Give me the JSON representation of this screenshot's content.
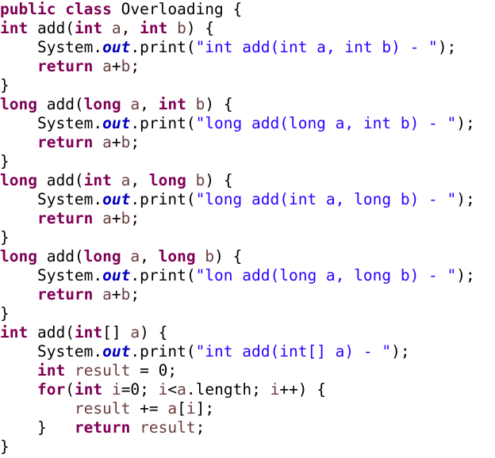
{
  "editor": {
    "language": "java",
    "colors": {
      "background": "#ffffff",
      "keyword": "#7f0055",
      "string": "#2a00ff",
      "variable": "#6a3e3e",
      "static_field": "#0000c0",
      "plain": "#000000"
    },
    "lines": [
      [
        [
          "kw",
          "public"
        ],
        [
          "p",
          " "
        ],
        [
          "kw",
          "class"
        ],
        [
          "p",
          " Overloading {"
        ]
      ],
      [
        [
          "kw",
          "int"
        ],
        [
          "p",
          " add("
        ],
        [
          "kw",
          "int"
        ],
        [
          "p",
          " "
        ],
        [
          "var",
          "a"
        ],
        [
          "p",
          ", "
        ],
        [
          "kw",
          "int"
        ],
        [
          "p",
          " "
        ],
        [
          "var",
          "b"
        ],
        [
          "p",
          ") {"
        ]
      ],
      [
        [
          "p",
          "    System."
        ],
        [
          "field",
          "out"
        ],
        [
          "p",
          ".print("
        ],
        [
          "str",
          "\"int add(int a, int b) - \""
        ],
        [
          "p",
          ");"
        ]
      ],
      [
        [
          "p",
          "    "
        ],
        [
          "kw",
          "return"
        ],
        [
          "p",
          " "
        ],
        [
          "var",
          "a"
        ],
        [
          "p",
          "+"
        ],
        [
          "var",
          "b"
        ],
        [
          "p",
          ";"
        ]
      ],
      [
        [
          "p",
          "}"
        ]
      ],
      [
        [
          "kw",
          "long"
        ],
        [
          "p",
          " add("
        ],
        [
          "kw",
          "long"
        ],
        [
          "p",
          " "
        ],
        [
          "var",
          "a"
        ],
        [
          "p",
          ", "
        ],
        [
          "kw",
          "int"
        ],
        [
          "p",
          " "
        ],
        [
          "var",
          "b"
        ],
        [
          "p",
          ") {"
        ]
      ],
      [
        [
          "p",
          "    System."
        ],
        [
          "field",
          "out"
        ],
        [
          "p",
          ".print("
        ],
        [
          "str",
          "\"long add(long a, int b) - \""
        ],
        [
          "p",
          ");"
        ]
      ],
      [
        [
          "p",
          "    "
        ],
        [
          "kw",
          "return"
        ],
        [
          "p",
          " "
        ],
        [
          "var",
          "a"
        ],
        [
          "p",
          "+"
        ],
        [
          "var",
          "b"
        ],
        [
          "p",
          ";"
        ]
      ],
      [
        [
          "p",
          "}"
        ]
      ],
      [
        [
          "kw",
          "long"
        ],
        [
          "p",
          " add("
        ],
        [
          "kw",
          "int"
        ],
        [
          "p",
          " "
        ],
        [
          "var",
          "a"
        ],
        [
          "p",
          ", "
        ],
        [
          "kw",
          "long"
        ],
        [
          "p",
          " "
        ],
        [
          "var",
          "b"
        ],
        [
          "p",
          ") {"
        ]
      ],
      [
        [
          "p",
          "    System."
        ],
        [
          "field",
          "out"
        ],
        [
          "p",
          ".print("
        ],
        [
          "str",
          "\"long add(int a, long b) - \""
        ],
        [
          "p",
          ");"
        ]
      ],
      [
        [
          "p",
          "    "
        ],
        [
          "kw",
          "return"
        ],
        [
          "p",
          " "
        ],
        [
          "var",
          "a"
        ],
        [
          "p",
          "+"
        ],
        [
          "var",
          "b"
        ],
        [
          "p",
          ";"
        ]
      ],
      [
        [
          "p",
          "}"
        ]
      ],
      [
        [
          "kw",
          "long"
        ],
        [
          "p",
          " add("
        ],
        [
          "kw",
          "long"
        ],
        [
          "p",
          " "
        ],
        [
          "var",
          "a"
        ],
        [
          "p",
          ", "
        ],
        [
          "kw",
          "long"
        ],
        [
          "p",
          " "
        ],
        [
          "var",
          "b"
        ],
        [
          "p",
          ") {"
        ]
      ],
      [
        [
          "p",
          "    System."
        ],
        [
          "field",
          "out"
        ],
        [
          "p",
          ".print("
        ],
        [
          "str",
          "\"lon add(long a, long b) - \""
        ],
        [
          "p",
          ");"
        ]
      ],
      [
        [
          "p",
          "    "
        ],
        [
          "kw",
          "return"
        ],
        [
          "p",
          " "
        ],
        [
          "var",
          "a"
        ],
        [
          "p",
          "+"
        ],
        [
          "var",
          "b"
        ],
        [
          "p",
          ";"
        ]
      ],
      [
        [
          "p",
          "}"
        ]
      ],
      [
        [
          "kw",
          "int"
        ],
        [
          "p",
          " add("
        ],
        [
          "kw",
          "int"
        ],
        [
          "p",
          "[] "
        ],
        [
          "var",
          "a"
        ],
        [
          "p",
          ") {"
        ]
      ],
      [
        [
          "p",
          "    System."
        ],
        [
          "field",
          "out"
        ],
        [
          "p",
          ".print("
        ],
        [
          "str",
          "\"int add(int[] a) - \""
        ],
        [
          "p",
          ");"
        ]
      ],
      [
        [
          "p",
          "    "
        ],
        [
          "kw",
          "int"
        ],
        [
          "p",
          " "
        ],
        [
          "var",
          "result"
        ],
        [
          "p",
          " = 0;"
        ]
      ],
      [
        [
          "p",
          "    "
        ],
        [
          "kw",
          "for"
        ],
        [
          "p",
          "("
        ],
        [
          "kw",
          "int"
        ],
        [
          "p",
          " "
        ],
        [
          "var",
          "i"
        ],
        [
          "p",
          "=0; "
        ],
        [
          "var",
          "i"
        ],
        [
          "p",
          "<"
        ],
        [
          "var",
          "a"
        ],
        [
          "p",
          ".length; "
        ],
        [
          "var",
          "i"
        ],
        [
          "p",
          "++) {"
        ]
      ],
      [
        [
          "p",
          "        "
        ],
        [
          "var",
          "result"
        ],
        [
          "p",
          " += "
        ],
        [
          "var",
          "a"
        ],
        [
          "p",
          "["
        ],
        [
          "var",
          "i"
        ],
        [
          "p",
          "];"
        ]
      ],
      [
        [
          "p",
          "    }   "
        ],
        [
          "kw",
          "return"
        ],
        [
          "p",
          " "
        ],
        [
          "var",
          "result"
        ],
        [
          "p",
          ";"
        ]
      ],
      [
        [
          "p",
          "}"
        ]
      ]
    ]
  }
}
